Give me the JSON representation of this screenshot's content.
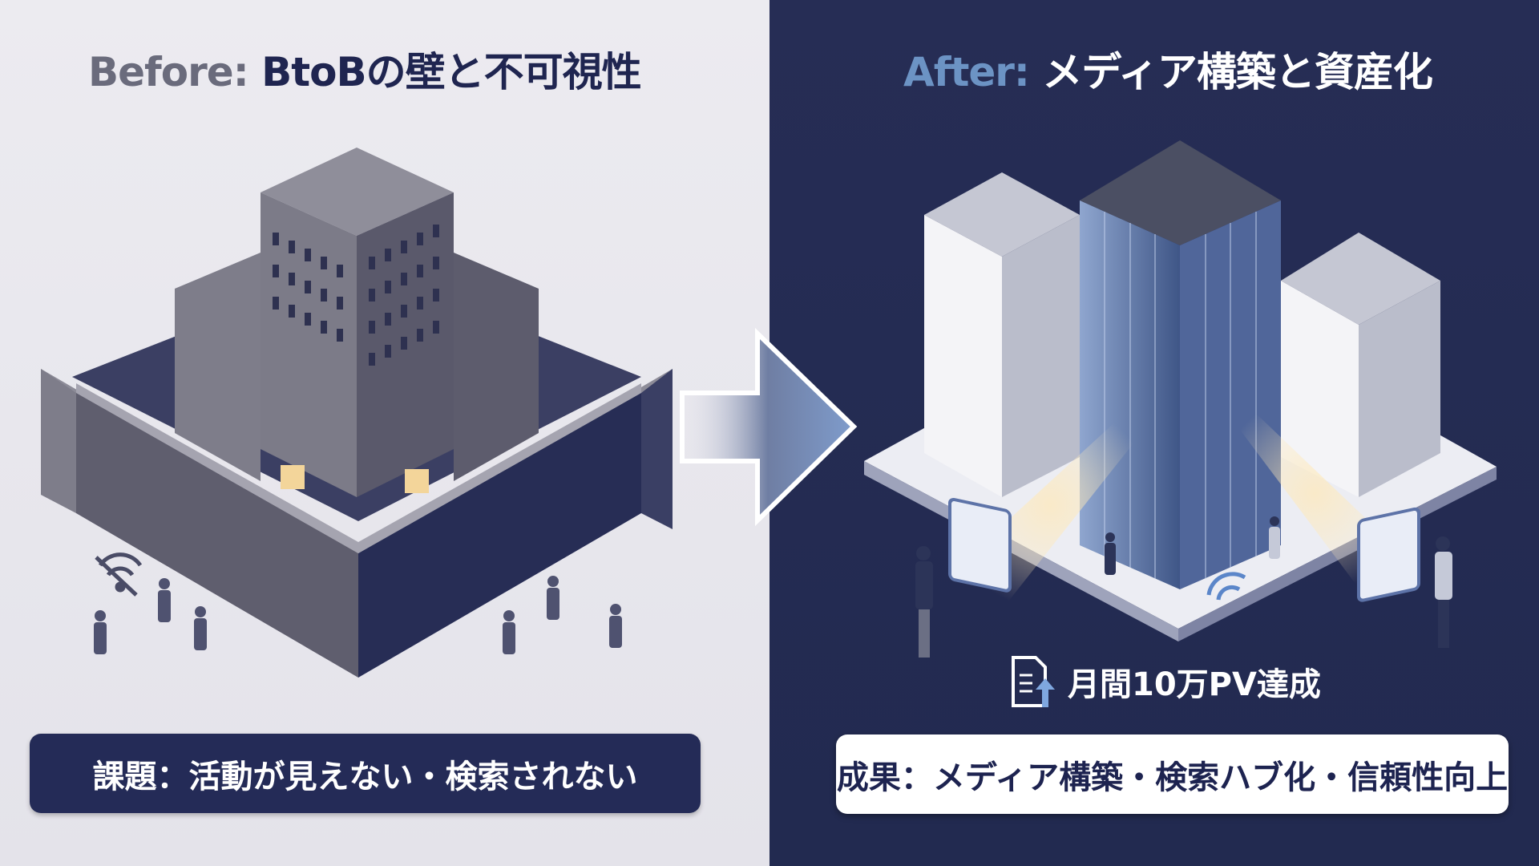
{
  "before": {
    "title_prefix": "Before:",
    "title_main": "BtoBの壁と不可視性",
    "caption": "課題：活動が見えない・検索されない",
    "icons": [
      "no-wifi-icon"
    ]
  },
  "after": {
    "title_prefix": "After:",
    "title_main": "メディア構築と資産化",
    "metric": "月間10万PV達成",
    "metric_icon": "document-upload-icon",
    "caption": "成果：メディア構築・検索ハブ化・信頼性向上",
    "icons": [
      "wifi-icon"
    ]
  },
  "colors": {
    "before_bg": "#ecebf0",
    "after_bg": "#262d55",
    "navy": "#242b57",
    "accent_blue": "#6c93c4"
  }
}
